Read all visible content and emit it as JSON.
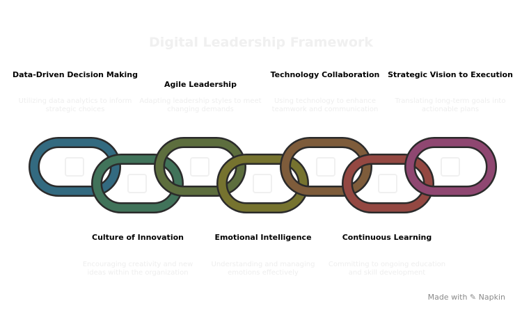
{
  "title": "Digital Leadership Framework",
  "items": [
    {
      "title": "Data-Driven Decision Making",
      "desc": "Utilizing data analytics to inform strategic choices",
      "color": "#22c3f0",
      "link_color": "#336a80",
      "icon": "chart-icon"
    },
    {
      "title": "Culture of Innovation",
      "desc": "Encouraging creativity and new ideas within the organization",
      "color": "#3fdc8a",
      "link_color": "#41735a",
      "icon": "lightbulb-team-icon"
    },
    {
      "title": "Agile Leadership",
      "desc": "Adapting leadership styles to meet changing demands",
      "color": "#9ed53a",
      "link_color": "#5d6e3e",
      "icon": "walking-person-icon"
    },
    {
      "title": "Emotional Intelligence",
      "desc": "Understanding and managing emotions effectively",
      "color": "#f2e21e",
      "link_color": "#76732f",
      "icon": "empathy-cycle-icon"
    },
    {
      "title": "Technology Collaboration",
      "desc": "Using technology to enhance teamwork and communication",
      "color": "#ff9a3c",
      "link_color": "#7e5c3b",
      "icon": "chat-people-icon"
    },
    {
      "title": "Continuous Learning",
      "desc": "Committing to ongoing education and skill development",
      "color": "#ff6060",
      "link_color": "#944842",
      "icon": "book-person-icon"
    },
    {
      "title": "Strategic Vision to Execution",
      "desc": "Translating long-term goals into actionable plans",
      "color": "#f060c0",
      "link_color": "#8f4771",
      "icon": "strategy-arrow-icon"
    }
  ],
  "footer": {
    "made_with": "Made with",
    "brand": "Napkin"
  }
}
